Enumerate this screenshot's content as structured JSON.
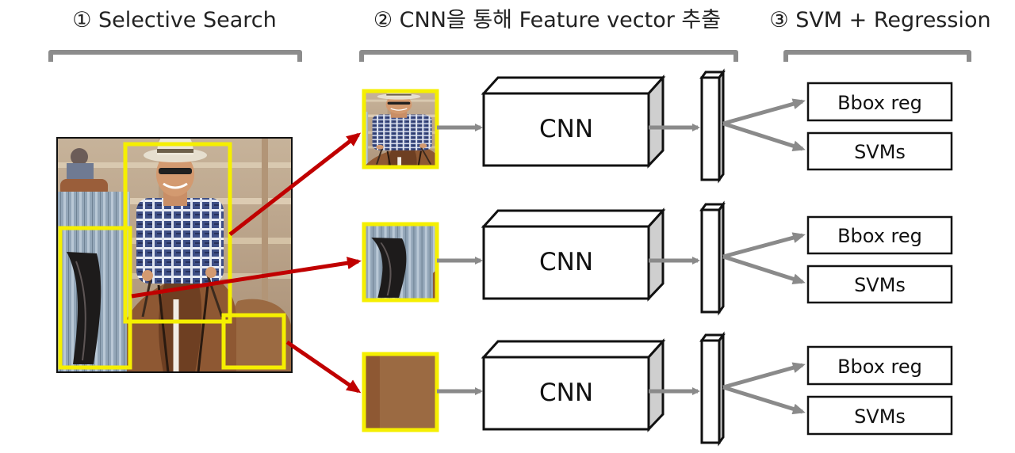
{
  "steps": [
    {
      "label": "① Selective Search"
    },
    {
      "label": "② CNN을 통해 Feature vector 추출"
    },
    {
      "label": "③ SVM + Regression"
    }
  ],
  "rows": [
    {
      "cnn_label": "CNN",
      "bbox_label": "Bbox reg",
      "svm_label": "SVMs"
    },
    {
      "cnn_label": "CNN",
      "bbox_label": "Bbox reg",
      "svm_label": "SVMs"
    },
    {
      "cnn_label": "CNN",
      "bbox_label": "Bbox reg",
      "svm_label": "SVMs"
    }
  ],
  "colors": {
    "region_outline": "#f5ef00",
    "proposal_arrow": "#c00000",
    "flow_arrow": "#8a8a8a",
    "box_stroke": "#111111",
    "box_side": "#cfcfcf"
  },
  "icons": {
    "input_image": "cowboy-on-horse-photo",
    "crop_1": "cowboy-crop",
    "crop_2": "fence-and-horse-tail-crop",
    "crop_3": "horse-head-crop"
  }
}
